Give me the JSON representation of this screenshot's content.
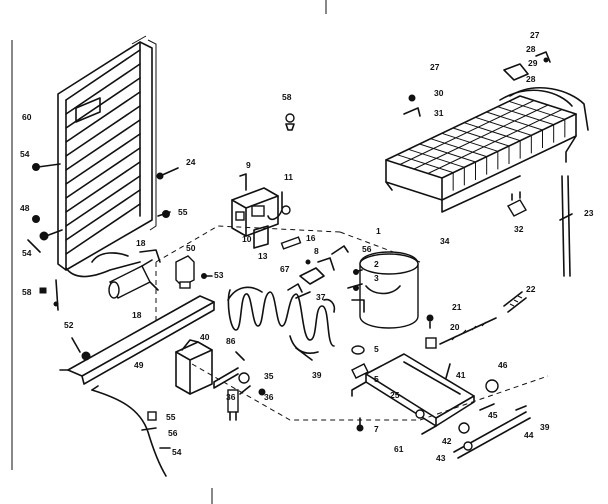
{
  "callouts": [
    {
      "id": "c-60a",
      "text": "60"
    },
    {
      "id": "c-54a",
      "text": "54"
    },
    {
      "id": "c-48",
      "text": "48"
    },
    {
      "id": "c-54b",
      "text": "54"
    },
    {
      "id": "c-58a",
      "text": "58"
    },
    {
      "id": "c-52",
      "text": "52"
    },
    {
      "id": "c-49",
      "text": "49"
    },
    {
      "id": "c-24",
      "text": "24"
    },
    {
      "id": "c-55a",
      "text": "55"
    },
    {
      "id": "c-18a",
      "text": "18"
    },
    {
      "id": "c-18b",
      "text": "18"
    },
    {
      "id": "c-50",
      "text": "50"
    },
    {
      "id": "c-53",
      "text": "53"
    },
    {
      "id": "c-58b",
      "text": "58"
    },
    {
      "id": "c-9",
      "text": "9"
    },
    {
      "id": "c-11",
      "text": "11"
    },
    {
      "id": "c-10",
      "text": "10"
    },
    {
      "id": "c-13",
      "text": "13"
    },
    {
      "id": "c-16",
      "text": "16"
    },
    {
      "id": "c-56",
      "text": "56"
    },
    {
      "id": "c-1",
      "text": "1"
    },
    {
      "id": "c-2",
      "text": "2"
    },
    {
      "id": "c-3",
      "text": "3"
    },
    {
      "id": "c-8",
      "text": "8"
    },
    {
      "id": "c-67",
      "text": "67"
    },
    {
      "id": "c-37",
      "text": "37"
    },
    {
      "id": "c-40",
      "text": "40"
    },
    {
      "id": "c-86",
      "text": "86"
    },
    {
      "id": "c-35",
      "text": "35"
    },
    {
      "id": "c-39",
      "text": "39"
    },
    {
      "id": "c-36a",
      "text": "36"
    },
    {
      "id": "c-36b",
      "text": "36"
    },
    {
      "id": "c-55b",
      "text": "55"
    },
    {
      "id": "c-56b",
      "text": "56"
    },
    {
      "id": "c-54c",
      "text": "54"
    },
    {
      "id": "c-27a",
      "text": "27"
    },
    {
      "id": "c-30",
      "text": "30"
    },
    {
      "id": "c-31",
      "text": "31"
    },
    {
      "id": "c-27b",
      "text": "27"
    },
    {
      "id": "c-28a",
      "text": "28"
    },
    {
      "id": "c-29",
      "text": "29"
    },
    {
      "id": "c-28b",
      "text": "28"
    },
    {
      "id": "c-34",
      "text": "34"
    },
    {
      "id": "c-32",
      "text": "32"
    },
    {
      "id": "c-23",
      "text": "23"
    },
    {
      "id": "c-22",
      "text": "22"
    },
    {
      "id": "c-21",
      "text": "21"
    },
    {
      "id": "c-20",
      "text": "20"
    },
    {
      "id": "c-5a",
      "text": "5"
    },
    {
      "id": "c-5b",
      "text": "5"
    },
    {
      "id": "c-46",
      "text": "46"
    },
    {
      "id": "c-41",
      "text": "41"
    },
    {
      "id": "c-25",
      "text": "25"
    },
    {
      "id": "c-45",
      "text": "45"
    },
    {
      "id": "c-42",
      "text": "42"
    },
    {
      "id": "c-44",
      "text": "44"
    },
    {
      "id": "c-39b",
      "text": "39"
    },
    {
      "id": "c-43",
      "text": "43"
    },
    {
      "id": "c-7",
      "text": "7"
    },
    {
      "id": "c-61",
      "text": "61"
    }
  ]
}
